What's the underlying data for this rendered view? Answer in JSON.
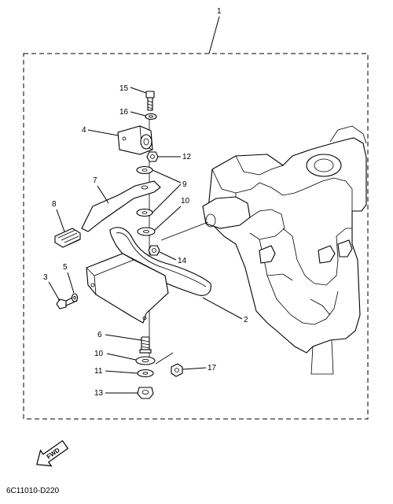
{
  "diagram": {
    "assembly_number": "1",
    "drawing_code": "6C11010-D220",
    "fwd_label": "FWD",
    "callouts": [
      "15",
      "16",
      "4",
      "12",
      "7",
      "9",
      "8",
      "10",
      "14",
      "3",
      "5",
      "2",
      "6",
      "10",
      "11",
      "17",
      "13"
    ]
  }
}
